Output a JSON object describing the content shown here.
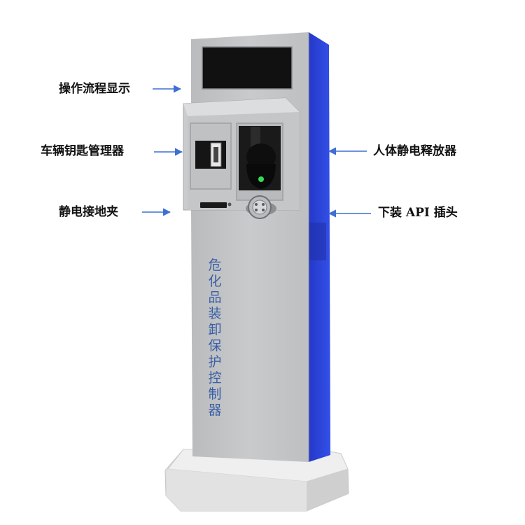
{
  "labels": {
    "display": "操作流程显示",
    "key_manager": "车辆钥匙管理器",
    "ground_clamp": "静电接地夹",
    "human_discharger": "人体静电释放器",
    "api_plug": "下装 API 插头"
  },
  "device_title": "危化品装卸保护控制器",
  "colors": {
    "body": "#c3c5c7",
    "side_blue": "#2a3fd6",
    "text_blue": "#3a5ea8",
    "arrow": "#3f6fd4",
    "screen": "#111111"
  }
}
